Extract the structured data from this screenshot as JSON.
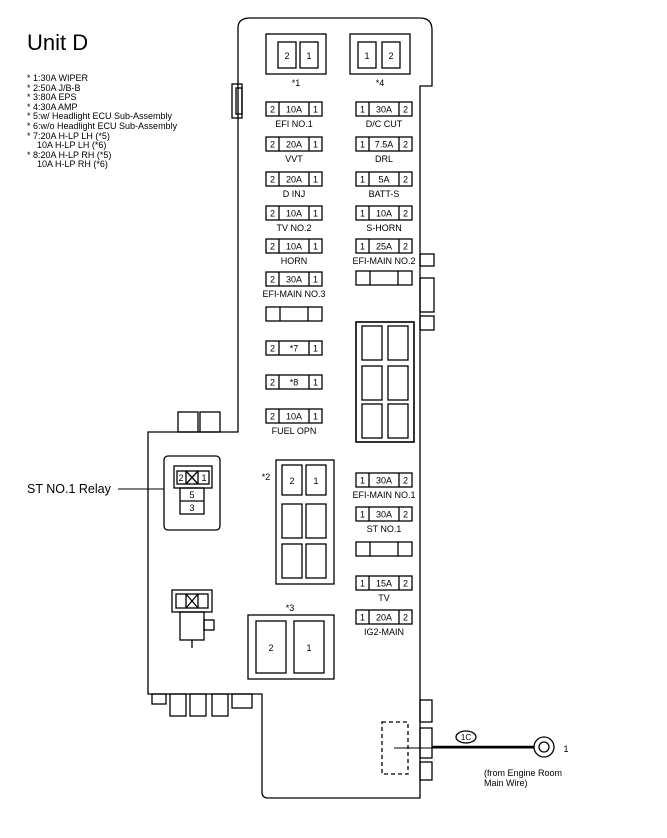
{
  "title": "Unit D",
  "notes": [
    "* 1:30A WIPER",
    "* 2:50A J/B-B",
    "* 3:80A EPS",
    "* 4:30A AMP",
    "* 5:w/ Headlight ECU Sub-Assembly",
    "* 6:w/o Headlight ECU Sub-Assembly",
    "* 7:20A H-LP LH (*5)",
    "    10A H-LP LH (*6)",
    "* 8:20A H-LP RH (*5)",
    "    10A H-LP RH (*6)"
  ],
  "left_fuses": [
    {
      "left": "2",
      "value": "10A",
      "right": "1",
      "name": "EFI NO.1"
    },
    {
      "left": "2",
      "value": "20A",
      "right": "1",
      "name": "VVT"
    },
    {
      "left": "2",
      "value": "20A",
      "right": "1",
      "name": "D INJ"
    },
    {
      "left": "2",
      "value": "10A",
      "right": "1",
      "name": "TV NO.2"
    },
    {
      "left": "2",
      "value": "10A",
      "right": "1",
      "name": "HORN"
    },
    {
      "left": "2",
      "value": "30A",
      "right": "1",
      "name": "EFI-MAIN NO.3"
    },
    {
      "left": "2",
      "value": "*7",
      "right": "1",
      "name": ""
    },
    {
      "left": "2",
      "value": "*8",
      "right": "1",
      "name": ""
    },
    {
      "left": "2",
      "value": "10A",
      "right": "1",
      "name": "FUEL OPN"
    }
  ],
  "right_fuses": [
    {
      "left": "1",
      "value": "30A",
      "right": "2",
      "name": "D/C CUT"
    },
    {
      "left": "1",
      "value": "7.5A",
      "right": "2",
      "name": "DRL"
    },
    {
      "left": "1",
      "value": "5A",
      "right": "2",
      "name": "BATT-S"
    },
    {
      "left": "1",
      "value": "10A",
      "right": "2",
      "name": "S-HORN"
    },
    {
      "left": "1",
      "value": "25A",
      "right": "2",
      "name": "EFI-MAIN NO.2"
    }
  ],
  "lower_right_fuses": [
    {
      "left": "1",
      "value": "30A",
      "right": "2",
      "name": "EFI-MAIN NO.1"
    },
    {
      "left": "1",
      "value": "30A",
      "right": "2",
      "name": "ST NO.1"
    },
    {
      "left": "1",
      "value": "15A",
      "right": "2",
      "name": "TV"
    },
    {
      "left": "1",
      "value": "20A",
      "right": "2",
      "name": "IG2-MAIN"
    }
  ],
  "top_fuses": [
    {
      "pins": [
        "2",
        "1"
      ],
      "label": "*1"
    },
    {
      "pins": [
        "1",
        "2"
      ],
      "label": "*4"
    }
  ],
  "block_2": {
    "label": "*2",
    "pins": [
      "2",
      "1"
    ]
  },
  "block_3": {
    "label": "*3",
    "pins": [
      "2",
      "1"
    ]
  },
  "relay": {
    "label": "ST NO.1 Relay",
    "pins": [
      "2",
      "1",
      "5",
      "3"
    ]
  },
  "connector": {
    "tag": "1C",
    "terminal": "1"
  },
  "origin_note": [
    "(from Engine Room",
    "Main Wire)"
  ],
  "colors": {
    "line": "#000000",
    "background": "#ffffff"
  }
}
